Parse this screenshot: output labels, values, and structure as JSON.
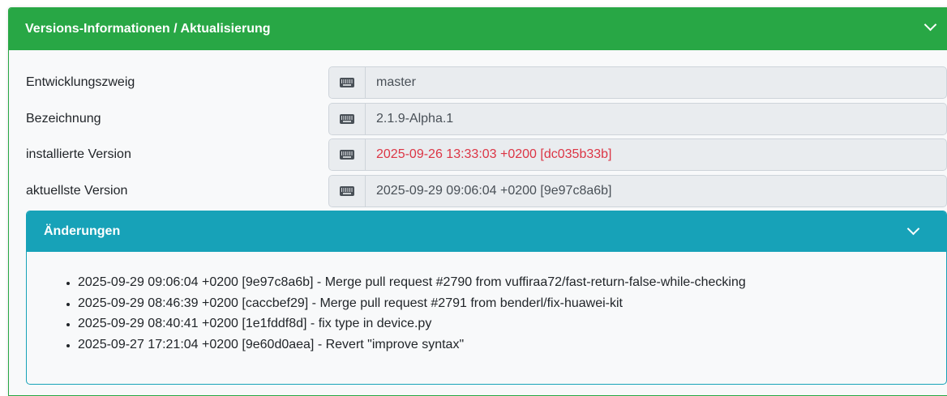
{
  "card": {
    "title": "Versions-Informationen / Aktualisierung",
    "collapse_icon": "chevron-down-icon",
    "header_color": "#28a745",
    "fields": [
      {
        "label": "Entwicklungszweig",
        "icon": "keyboard-icon",
        "value": "master",
        "status": "normal"
      },
      {
        "label": "Bezeichnung",
        "icon": "keyboard-icon",
        "value": "2.1.9-Alpha.1",
        "status": "normal"
      },
      {
        "label": "installierte Version",
        "icon": "keyboard-icon",
        "value": "2025-09-26 13:33:03 +0200 [dc035b33b]",
        "status": "danger",
        "color": "#dc3545"
      },
      {
        "label": "aktuellste Version",
        "icon": "keyboard-icon",
        "value": "2025-09-29 09:06:04 +0200 [9e97c8a6b]",
        "status": "normal"
      }
    ]
  },
  "changes": {
    "title": "Änderungen",
    "collapse_icon": "chevron-down-icon",
    "header_color": "#17a2b8",
    "items": [
      "2025-09-29 09:06:04 +0200 [9e97c8a6b] - Merge pull request #2790 from vuffiraa72/fast-return-false-while-checking",
      "2025-09-29 08:46:39 +0200 [caccbef29] - Merge pull request #2791 from benderl/fix-huawei-kit",
      "2025-09-29 08:40:41 +0200 [1e1fddf8d] - fix type in device.py",
      "2025-09-27 17:21:04 +0200 [9e60d0aea] - Revert \"improve syntax\""
    ]
  }
}
